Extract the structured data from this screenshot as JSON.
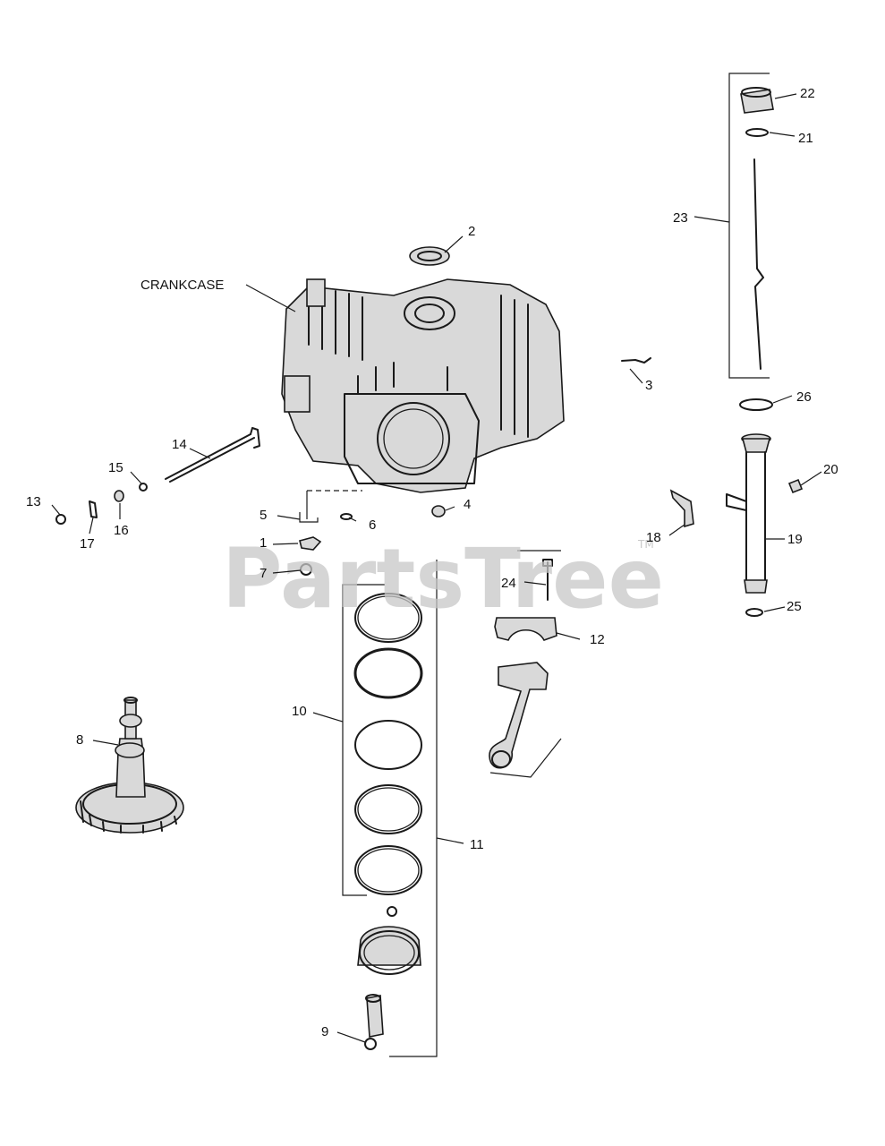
{
  "watermark": {
    "text": "PartsTree",
    "trademark": "TM"
  },
  "callouts": {
    "crankcase": "CRANKCASE",
    "c1": "1",
    "c2": "2",
    "c3": "3",
    "c4": "4",
    "c5": "5",
    "c6": "6",
    "c7": "7",
    "c8": "8",
    "c9": "9",
    "c10": "10",
    "c11": "11",
    "c12": "12",
    "c13": "13",
    "c14": "14",
    "c15": "15",
    "c16": "16",
    "c17": "17",
    "c18": "18",
    "c19": "19",
    "c20": "20",
    "c21": "21",
    "c22": "22",
    "c23": "23",
    "c24": "24",
    "c25": "25",
    "c26": "26"
  }
}
